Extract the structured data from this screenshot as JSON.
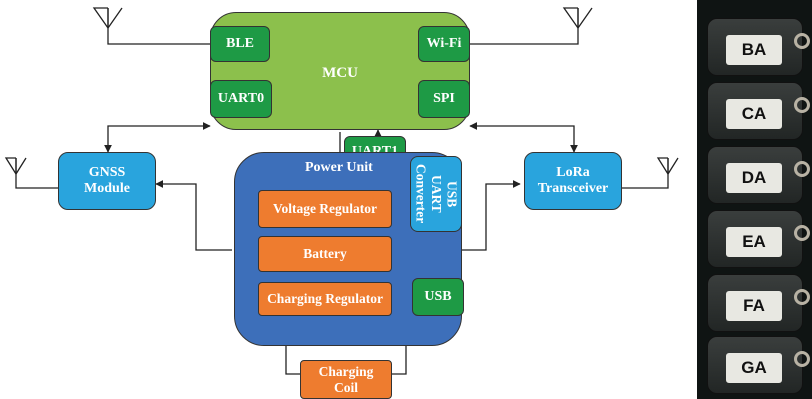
{
  "diagram": {
    "mcu": {
      "label": "MCU"
    },
    "interfaces": {
      "ble": "BLE",
      "wifi": "Wi-Fi",
      "uart0": "UART0",
      "spi": "SPI",
      "uart1": "UART1",
      "usb": "USB"
    },
    "modules": {
      "gnss": [
        "GNSS",
        "Module"
      ],
      "lora": [
        "LoRa",
        "Transceiver"
      ],
      "usb_uart": [
        "USB",
        "UART",
        "Converter"
      ]
    },
    "power_unit": {
      "title": "Power Unit",
      "voltage_regulator": "Voltage Regulator",
      "battery": "Battery",
      "charging_regulator": "Charging Regulator"
    },
    "charging_coil": [
      "Charging",
      "Coil"
    ]
  },
  "photo": {
    "devices": [
      {
        "label": "BA"
      },
      {
        "label": "CA"
      },
      {
        "label": "DA"
      },
      {
        "label": "EA"
      },
      {
        "label": "FA"
      },
      {
        "label": "GA"
      }
    ]
  },
  "colors": {
    "mcu": "#8cc04c",
    "interface": "#1e9a45",
    "module": "#29a4dd",
    "power_unit": "#3d6fba",
    "power_block": "#ee7c2f"
  }
}
